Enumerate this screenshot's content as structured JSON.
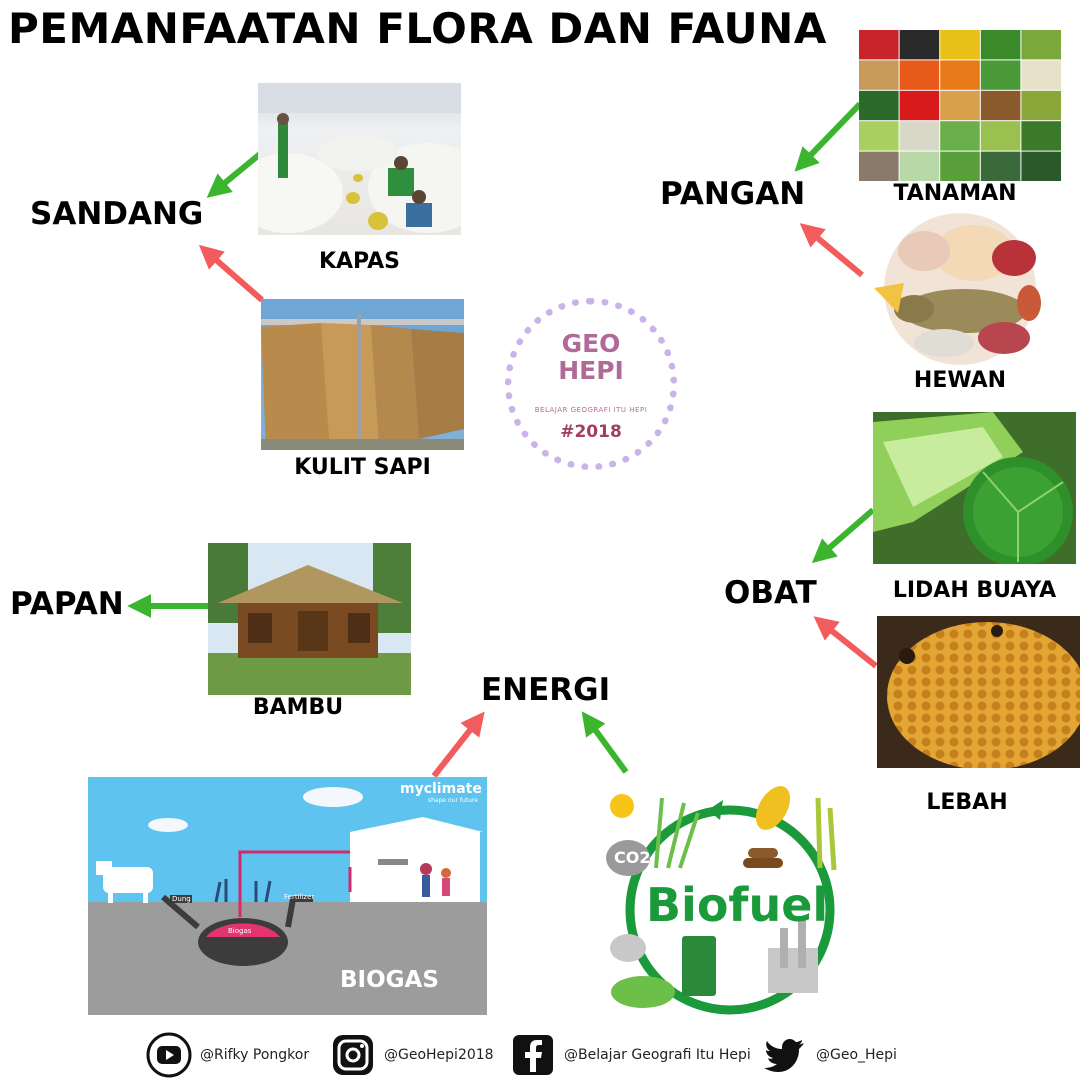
{
  "title": "PEMANFAATAN FLORA DAN FAUNA",
  "categories": {
    "sandang": "SANDANG",
    "pangan": "PANGAN",
    "papan": "PAPAN",
    "obat": "OBAT",
    "energi": "ENERGI"
  },
  "items": {
    "kapas": "KAPAS",
    "kulit_sapi": "KULIT SAPI",
    "tanaman": "TANAMAN",
    "hewan": "HEWAN",
    "bambu": "BAMBU",
    "lidah_buaya": "LIDAH BUAYA",
    "lebah": "LEBAH",
    "biogas": "BIOGAS",
    "biofuel": "Biofuel"
  },
  "biogas_diagram": {
    "brand": "myclimate",
    "brand_sub": "shape our future",
    "dung": "Dung",
    "fertilizer": "Fertilizer",
    "biogas": "Biogas"
  },
  "biofuel_diagram": {
    "co2": "CO2"
  },
  "logo": {
    "line1": "GEO",
    "line2": "HEPI",
    "tagline": "BELAJAR GEOGRAFI ITU HEPI",
    "year": "#2018"
  },
  "social": [
    {
      "icon": "youtube-icon",
      "handle": "@Rifky Pongkor"
    },
    {
      "icon": "instagram-icon",
      "handle": "@GeoHepi2018"
    },
    {
      "icon": "facebook-icon",
      "handle": "@Belajar Geografi Itu Hepi"
    },
    {
      "icon": "twitter-icon",
      "handle": "@Geo_Hepi"
    }
  ],
  "colors": {
    "flora_arrow": "#3cb52e",
    "fauna_arrow": "#f25c5c",
    "biofuel_green": "#1a9a3a",
    "sky": "#5ec3ee",
    "ground": "#9c9c9c"
  }
}
